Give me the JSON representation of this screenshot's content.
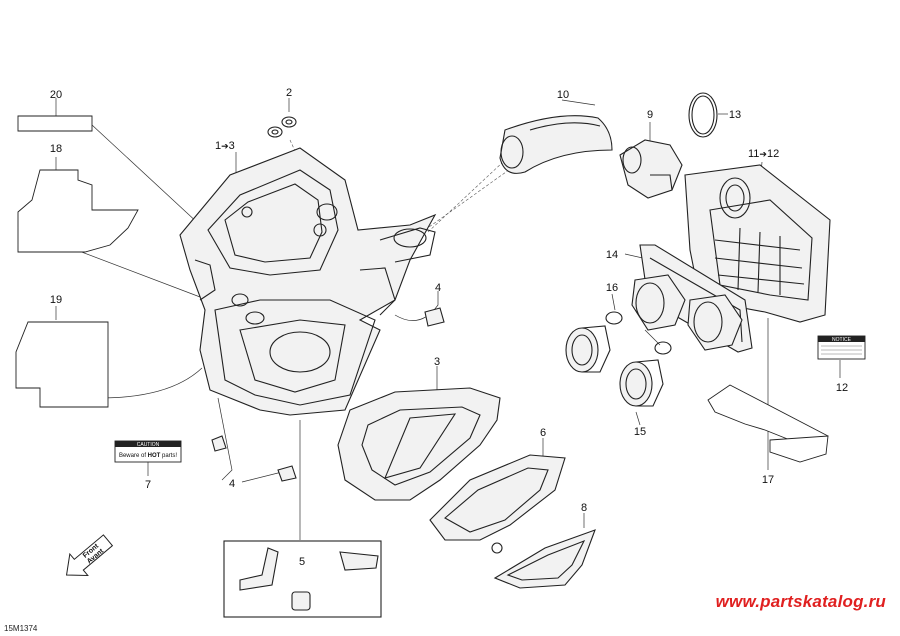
{
  "callouts": {
    "c1": "1",
    "c1_to_3": "3",
    "c2": "2",
    "c3": "3",
    "c4a": "4",
    "c4b": "4",
    "c5": "5",
    "c6": "6",
    "c7": "7",
    "c8": "8",
    "c9": "9",
    "c10": "10",
    "c11": "11",
    "c11_to_12": "12",
    "c12": "12",
    "c13": "13",
    "c14": "14",
    "c15": "15",
    "c16": "16",
    "c17": "17",
    "c18": "18",
    "c19": "19",
    "c20": "20",
    "arrow_glyph": "➔"
  },
  "decal_caution": {
    "header": "CAUTION",
    "text_prefix": "Beware of ",
    "text_bold": "HOT",
    "text_suffix": " parts!"
  },
  "decal_notice": {
    "header": "NOTICE"
  },
  "front_arrow": {
    "line1": "Front",
    "line2": "Avant"
  },
  "figure_code": "15M1374",
  "watermark": "www.partskatalog.ru",
  "colors": {
    "watermark": "#e02020",
    "line": "#222222"
  }
}
